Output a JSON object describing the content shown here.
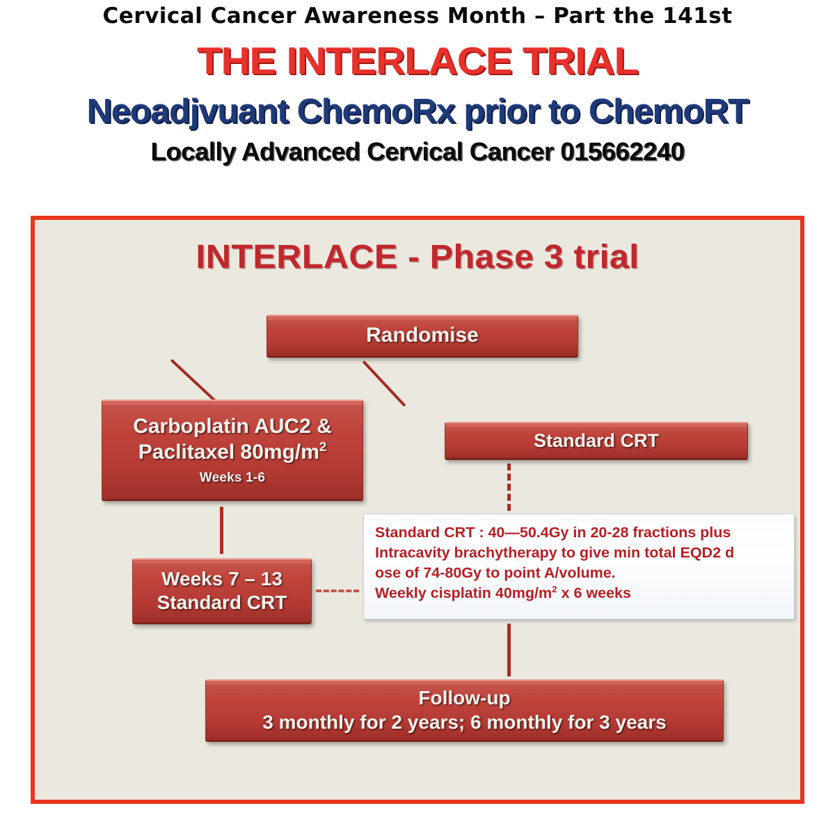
{
  "header": {
    "line1": "Cervical Cancer Awareness Month – Part the 141st",
    "line2": "THE INTERLACE TRIAL",
    "line3": "Neoadjvuant ChemoRx prior to ChemoRT",
    "line4": "Locally Advanced Cervical Cancer 015662240"
  },
  "colors": {
    "frame_border": "#E8341F",
    "slide_background": "#EBE9DF",
    "box_red": "#B23A33",
    "title_red": "#C0272D",
    "headline_red": "#E8312A",
    "headline_blue": "#1F3A7A",
    "callout_text_red": "#B52025",
    "connector_red": "#A32B24"
  },
  "diagram": {
    "title": "INTERLACE -  Phase 3 trial",
    "nodes": {
      "randomise": {
        "label": "Randomise"
      },
      "neoadjuvant": {
        "line1": "Carboplatin AUC2 &",
        "line2_pre": "Paclitaxel 80mg/m",
        "line2_sup": "2",
        "sub": "Weeks 1-6"
      },
      "standard_crt": {
        "label": "Standard CRT"
      },
      "weeks_7_13": {
        "line1": "Weeks 7 – 13",
        "line2": "Standard CRT"
      },
      "crt_detail": {
        "line1": "Standard CRT : 40—50.4Gy in 20-28 fractions plus",
        "line2": "Intracavity brachytherapy  to give min total  EQD2 d",
        "line3": "ose of 74-80Gy to point A/volume.",
        "line4_pre": "Weekly cisplatin 40mg/m",
        "line4_sup": "2",
        "line4_post": " x 6 weeks"
      },
      "followup": {
        "line1": "Follow-up",
        "line2": "3 monthly for 2 years; 6 monthly  for 3 years"
      }
    },
    "edges": [
      {
        "from": "randomise",
        "to": "neoadjuvant",
        "style": "solid-diagonal"
      },
      {
        "from": "randomise",
        "to": "standard_crt",
        "style": "solid-diagonal"
      },
      {
        "from": "neoadjuvant",
        "to": "weeks_7_13",
        "style": "solid-vertical"
      },
      {
        "from": "standard_crt",
        "to": "crt_detail",
        "style": "dashed-vertical"
      },
      {
        "from": "weeks_7_13",
        "to": "crt_detail",
        "style": "dashed-horizontal"
      },
      {
        "from": "crt_detail",
        "to": "followup",
        "style": "solid-vertical"
      }
    ]
  }
}
